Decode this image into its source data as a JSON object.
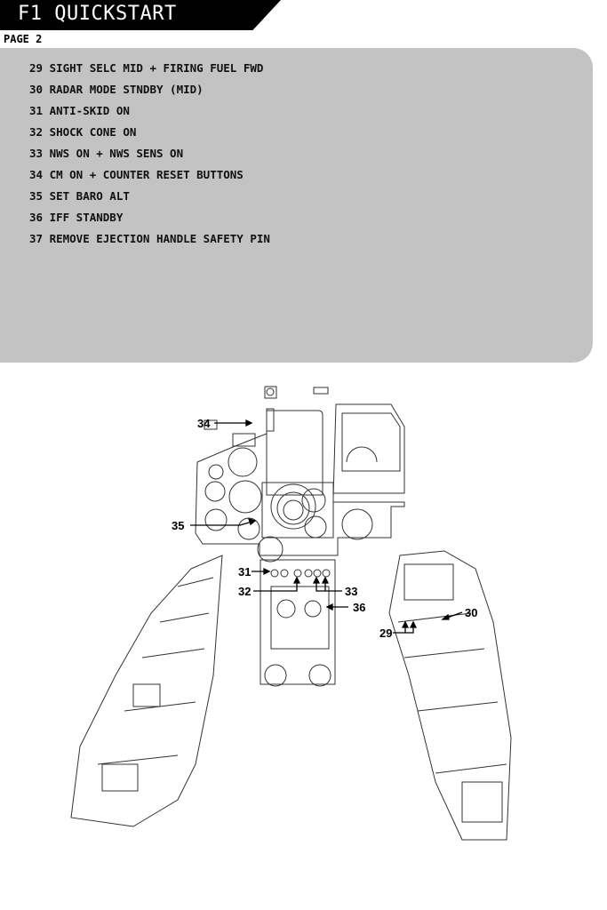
{
  "header": {
    "title": "F1 QUICKSTART"
  },
  "page_label": "PAGE 2",
  "steps": [
    "29 SIGHT SELC MID + FIRING FUEL FWD",
    "30 RADAR MODE STNDBY (MID)",
    "31 ANTI-SKID ON",
    "32 SHOCK CONE ON",
    "33 NWS ON + NWS SENS ON",
    "34 CM ON + COUNTER RESET BUTTONS",
    "35 SET BARO ALT",
    "36 IFF STANDBY",
    "37 REMOVE EJECTION HANDLE SAFETY PIN"
  ],
  "callouts": {
    "c29": "29",
    "c30": "30",
    "c31": "31",
    "c32": "32",
    "c33": "33",
    "c34": "34",
    "c35": "35",
    "c36": "36"
  }
}
